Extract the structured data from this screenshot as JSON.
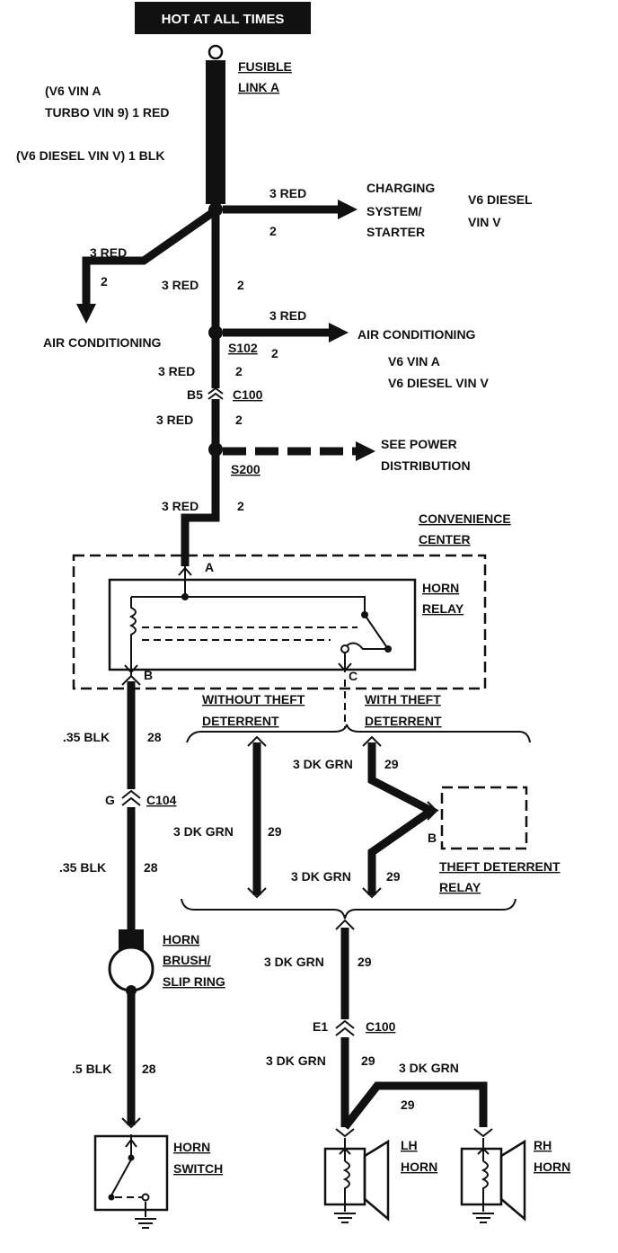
{
  "power_source": "HOT AT ALL TIMES",
  "fusible_link": {
    "line1": "FUSIBLE",
    "line2": "LINK A"
  },
  "variant_notes": {
    "v6_turbo_line1": "(V6 VIN A",
    "v6_turbo_line2": "TURBO VIN 9) 1 RED",
    "v6_diesel": "(V6 DIESEL VIN V) 1 BLK"
  },
  "charging_branch": {
    "wire": "3 RED",
    "circuit": "2",
    "dest_line1": "CHARGING",
    "dest_line2": "SYSTEM/",
    "dest_line3": "STARTER",
    "cond_line1": "V6 DIESEL",
    "cond_line2": "VIN V"
  },
  "ac_left_branch": {
    "wire": "3 RED",
    "circuit": "2",
    "dest": "AIR CONDITIONING"
  },
  "main_trunk_1": {
    "wire": "3 RED",
    "circuit": "2"
  },
  "ac_right_branch": {
    "wire": "3 RED",
    "circuit": "2",
    "dest": "AIR CONDITIONING",
    "cond_line1": "V6 VIN A",
    "cond_line2": "V6 DIESEL VIN V"
  },
  "splice_s102": {
    "name": "S102",
    "circuit": "2"
  },
  "main_trunk_2": {
    "wire": "3 RED",
    "circuit": "2"
  },
  "connector_c100_b5": {
    "pin": "B5",
    "name": "C100"
  },
  "main_trunk_3": {
    "wire": "3 RED",
    "circuit": "2"
  },
  "power_distribution": {
    "line1": "SEE POWER",
    "line2": "DISTRIBUTION"
  },
  "splice_s200": {
    "name": "S200"
  },
  "main_trunk_4": {
    "wire": "3 RED",
    "circuit": "2"
  },
  "convenience_center": {
    "line1": "CONVENIENCE",
    "line2": "CENTER"
  },
  "horn_relay": {
    "line1": "HORN",
    "line2": "RELAY",
    "pin_a": "A",
    "pin_b": "B",
    "pin_c": "C"
  },
  "theft_options": {
    "without_line1": "WITHOUT THEFT",
    "without_line2": "DETERRENT",
    "with_line1": "WITH THEFT",
    "with_line2": "DETERRENT"
  },
  "ground_wire_1": {
    "wire": ".35 BLK",
    "circuit": "28"
  },
  "connector_c104": {
    "pin": "G",
    "name": "C104"
  },
  "ground_wire_2": {
    "wire": ".35 BLK",
    "circuit": "28"
  },
  "without_theft_wire": {
    "wire": "3 DK GRN",
    "circuit": "29"
  },
  "with_theft_wire_upper": {
    "wire": "3 DK GRN",
    "circuit": "29"
  },
  "with_theft_wire_lower": {
    "wire": "3 DK GRN",
    "circuit": "29"
  },
  "theft_relay": {
    "line1": "THEFT DETERRENT",
    "line2": "RELAY",
    "pin": "B"
  },
  "horn_brush": {
    "line1": "HORN",
    "line2": "BRUSH/",
    "line3": "SLIP RING"
  },
  "horn_feed_1": {
    "wire": "3 DK GRN",
    "circuit": "29"
  },
  "connector_c100_e1": {
    "pin": "E1",
    "name": "C100"
  },
  "horn_feed_2": {
    "wire": "3 DK GRN",
    "circuit": "29"
  },
  "rh_feed": {
    "wire": "3 DK GRN",
    "circuit": "29"
  },
  "switch_wire": {
    "wire": ".5 BLK",
    "circuit": "28"
  },
  "horn_switch": {
    "line1": "HORN",
    "line2": "SWITCH"
  },
  "lh_horn": {
    "line1": "LH",
    "line2": "HORN"
  },
  "rh_horn": {
    "line1": "RH",
    "line2": "HORN"
  }
}
